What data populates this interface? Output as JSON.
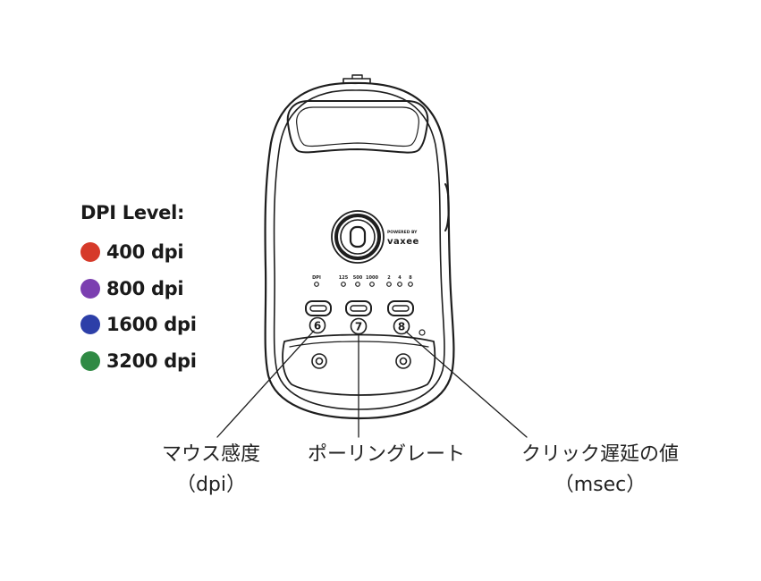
{
  "legend": {
    "title": "DPI Level:",
    "items": [
      {
        "label": "400 dpi",
        "color": "#d63a2a"
      },
      {
        "label": "800 dpi",
        "color": "#7b3fb0"
      },
      {
        "label": "1600 dpi",
        "color": "#2d3fa8"
      },
      {
        "label": "3200 dpi",
        "color": "#2f8a44"
      }
    ]
  },
  "mouse": {
    "sensor_brand_top": "POWERED BY",
    "sensor_brand": "vaxee",
    "dpi_label": "DPI",
    "polling_labels": [
      "125",
      "500",
      "1000"
    ],
    "delay_labels": [
      "2",
      "4",
      "8"
    ],
    "buttons": [
      "6",
      "7",
      "8"
    ]
  },
  "captions": {
    "dpi_line1": "マウス感度",
    "dpi_line2": "（dpi）",
    "polling": "ポーリングレート",
    "delay_line1": "クリック遅延の値",
    "delay_line2": "（msec）"
  }
}
